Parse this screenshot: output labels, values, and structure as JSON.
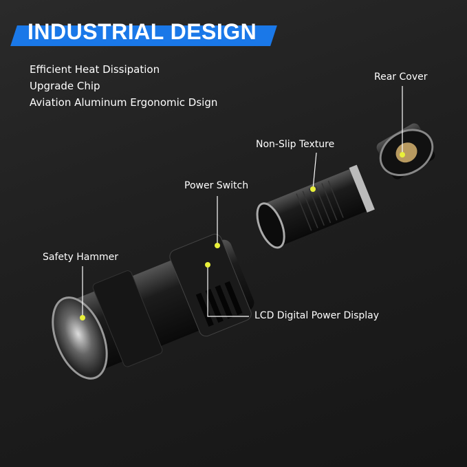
{
  "header": {
    "title": "INDUSTRIAL DESIGN",
    "accent_color": "#1a78e8"
  },
  "features": [
    "Efficient Heat Dissipation",
    "Upgrade Chip",
    "Aviation Aluminum Ergonomic Dsign"
  ],
  "callouts": {
    "rear_cover": "Rear Cover",
    "non_slip": "Non-Slip Texture",
    "power_switch": "Power Switch",
    "safety_hammer": "Safety Hammer",
    "lcd": "LCD Digital Power Display"
  },
  "marker_color": "#e8f03a"
}
